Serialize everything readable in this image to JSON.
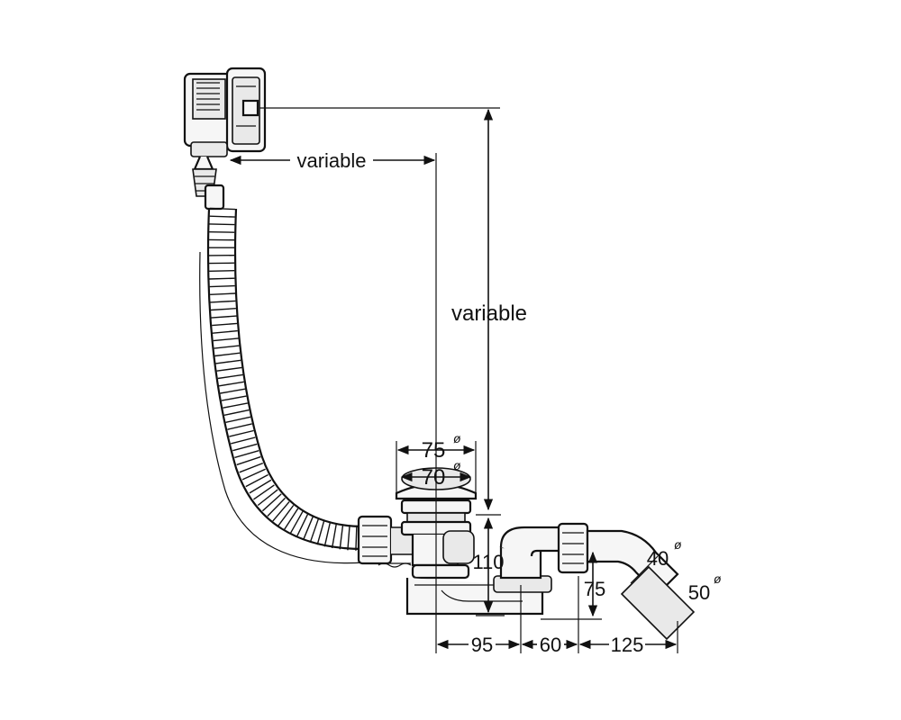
{
  "labels": {
    "horizontal_variable": "variable",
    "vertical_variable": "variable",
    "dia_75": "75",
    "dia_70": "70",
    "height_110": "110",
    "height_75": "75",
    "dia_40": "40",
    "dia_50": "50",
    "dist_95": "95",
    "dist_60": "60",
    "dist_125": "125",
    "diameter_symbol": "ø"
  }
}
